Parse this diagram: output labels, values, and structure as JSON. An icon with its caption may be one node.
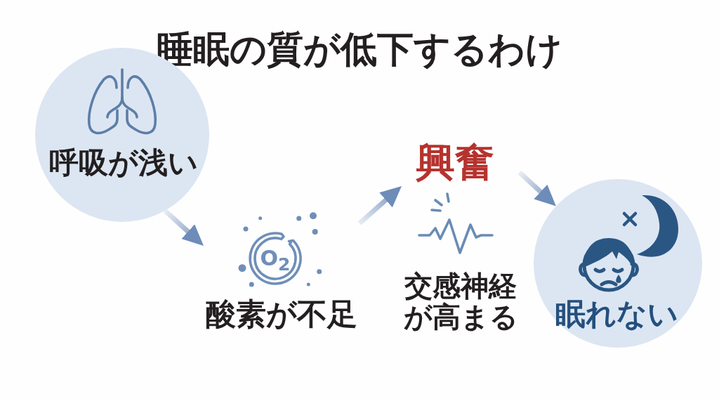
{
  "diagram": {
    "title": "睡眠の質が低下するわけ",
    "nodes": [
      {
        "text": [
          "呼吸が浅い"
        ]
      },
      {
        "text": [
          "酸素が不足"
        ]
      },
      {
        "text": [
          "興奮",
          "交感神経が高まる"
        ]
      },
      {
        "text": [
          "眠れない"
        ]
      }
    ],
    "edges": [
      {
        "from": 0,
        "to": 1,
        "arrow": "to"
      },
      {
        "from": 1,
        "to": 2,
        "arrow": "to"
      },
      {
        "from": 2,
        "to": 3,
        "arrow": "to"
      }
    ],
    "labels": [
      "O$_{2}$"
    ]
  }
}
